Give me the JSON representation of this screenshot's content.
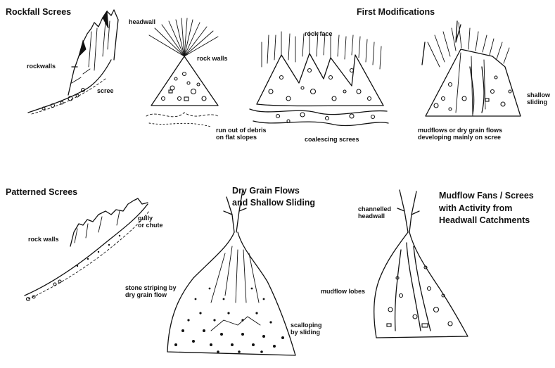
{
  "sections": {
    "rockfall_screes": "Rockfall Screes",
    "first_modifications": "First Modifications",
    "patterned_screes": "Patterned Screes",
    "dry_grain_flows": "Dry Grain Flows\nand Shallow Sliding",
    "mudflow_fans": "Mudflow Fans / Screes\nwith Activity from\nHeadwall Catchments"
  },
  "labels": {
    "headwall": "headwall",
    "rockwalls": "rockwalls",
    "scree": "scree",
    "rock_walls_1": "rock walls",
    "rock_face": "rock face",
    "shallow_sliding": "shallow\nsliding",
    "run_out": "run out of debris\non flat slopes",
    "coalescing": "coalescing screes",
    "mudflows_dry": "mudflows or dry grain flows\ndeveloping mainly on scree",
    "gully": "gully\nor chute",
    "rock_walls_2": "rock walls",
    "stone_striping": "stone striping by\ndry grain flow",
    "scalloping": "scalloping\nby sliding",
    "channelled_headwall": "channelled\nheadwall",
    "mudflow_lobes": "mudflow lobes"
  }
}
